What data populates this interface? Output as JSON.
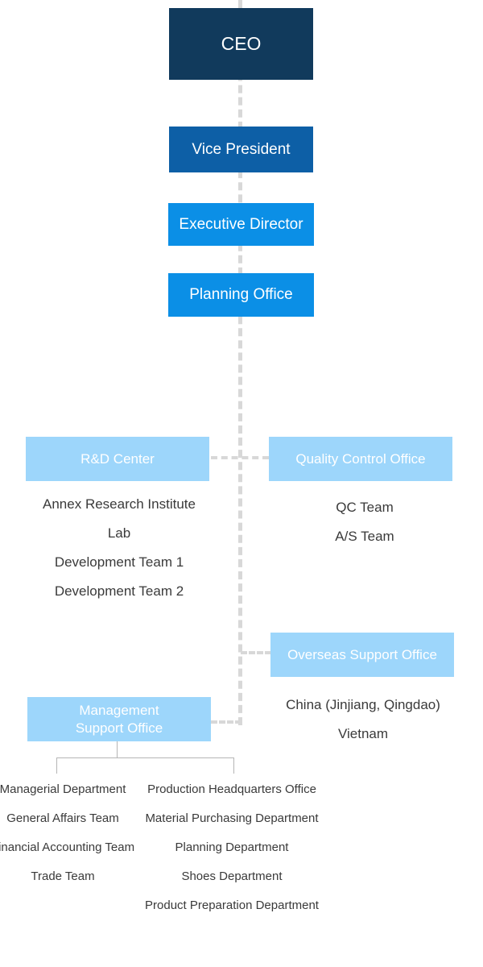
{
  "chart": {
    "ceo": "CEO",
    "vice_president": "Vice President",
    "executive_director": "Executive Director",
    "planning_office": "Planning Office",
    "rd_center": {
      "title": "R&D Center",
      "items": [
        "Annex Research Institute",
        "Lab",
        "Development Team 1",
        "Development Team 2"
      ]
    },
    "quality_control": {
      "title": "Quality Control Office",
      "items": [
        "QC Team",
        "A/S Team"
      ]
    },
    "overseas_support": {
      "title": "Overseas Support Office",
      "items": [
        "China (Jinjiang, Qingdao)",
        "Vietnam"
      ]
    },
    "management_support": {
      "title_line1": "Management",
      "title_line2": "Support Office",
      "left_items": [
        "Managerial Department",
        "General Affairs Team",
        "Financial Accounting Team",
        "Trade Team"
      ],
      "right_items": [
        "Production Headquarters Office",
        "Material Purchasing Department",
        "Planning Department",
        "Shoes Department",
        "Product Preparation Department"
      ]
    }
  },
  "colors": {
    "ceo": "#113a5c",
    "vice_president": "#0d5fa6",
    "office": "#0b8fe6",
    "department": "#9dd6fb",
    "connector": "#d8d8d8"
  }
}
